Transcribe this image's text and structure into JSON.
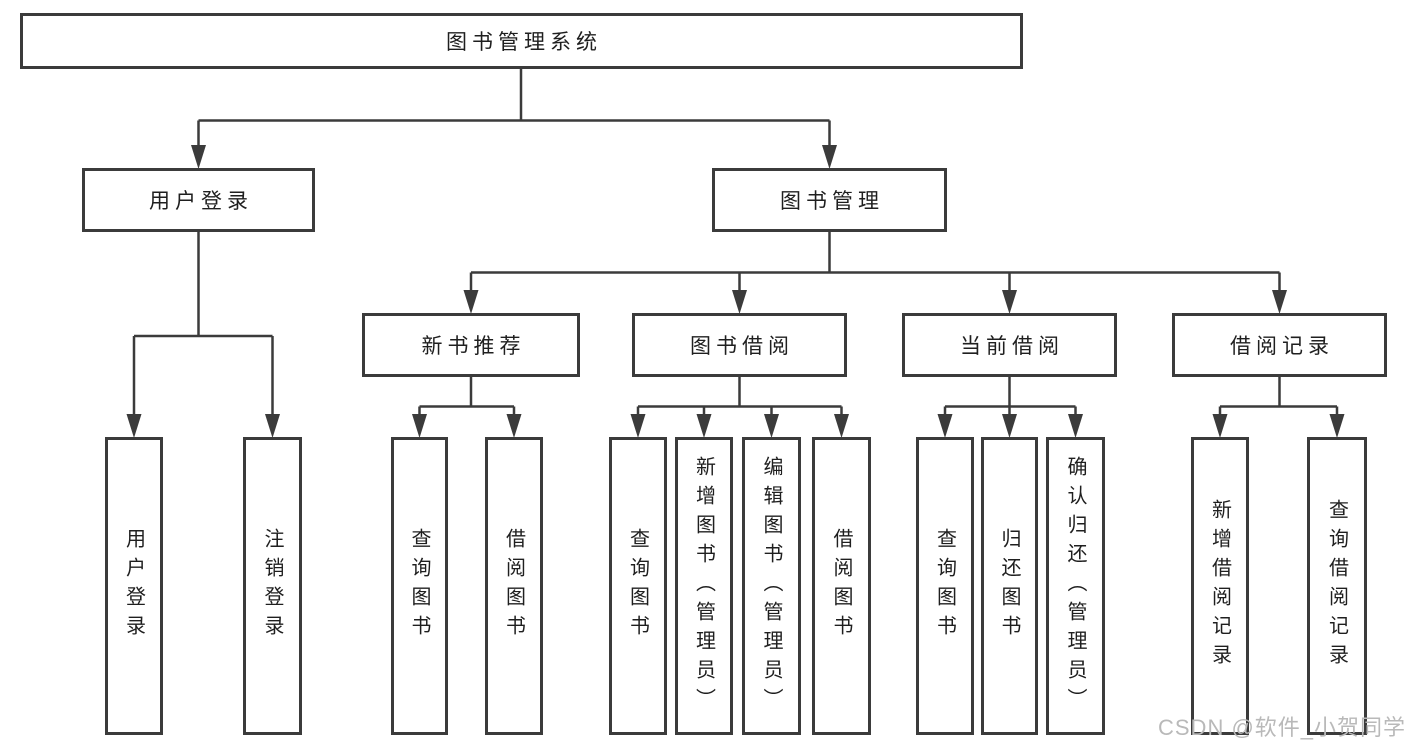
{
  "tree": {
    "root": {
      "label": "图书管理系统"
    },
    "branches": [
      {
        "label": "用户登录",
        "children": [
          {
            "label": "用户登录"
          },
          {
            "label": "注销登录"
          }
        ]
      },
      {
        "label": "图书管理",
        "children": [
          {
            "label": "新书推荐",
            "children": [
              {
                "label": "查询图书"
              },
              {
                "label": "借阅图书"
              }
            ]
          },
          {
            "label": "图书借阅",
            "children": [
              {
                "label": "查询图书"
              },
              {
                "label": "新增图书（管理员）"
              },
              {
                "label": "编辑图书（管理员）"
              },
              {
                "label": "借阅图书"
              }
            ]
          },
          {
            "label": "当前借阅",
            "children": [
              {
                "label": "查询图书"
              },
              {
                "label": "归还图书"
              },
              {
                "label": "确认归还（管理员）"
              }
            ]
          },
          {
            "label": "借阅记录",
            "children": [
              {
                "label": "新增借阅记录"
              },
              {
                "label": "查询借阅记录"
              }
            ]
          }
        ]
      }
    ]
  },
  "watermark": {
    "text": "CSDN @软件_小贺同学"
  },
  "colors": {
    "line": "#3b3b3b",
    "text": "#1f1f1f",
    "watermark": "#b9b9b9",
    "background": "#ffffff"
  }
}
